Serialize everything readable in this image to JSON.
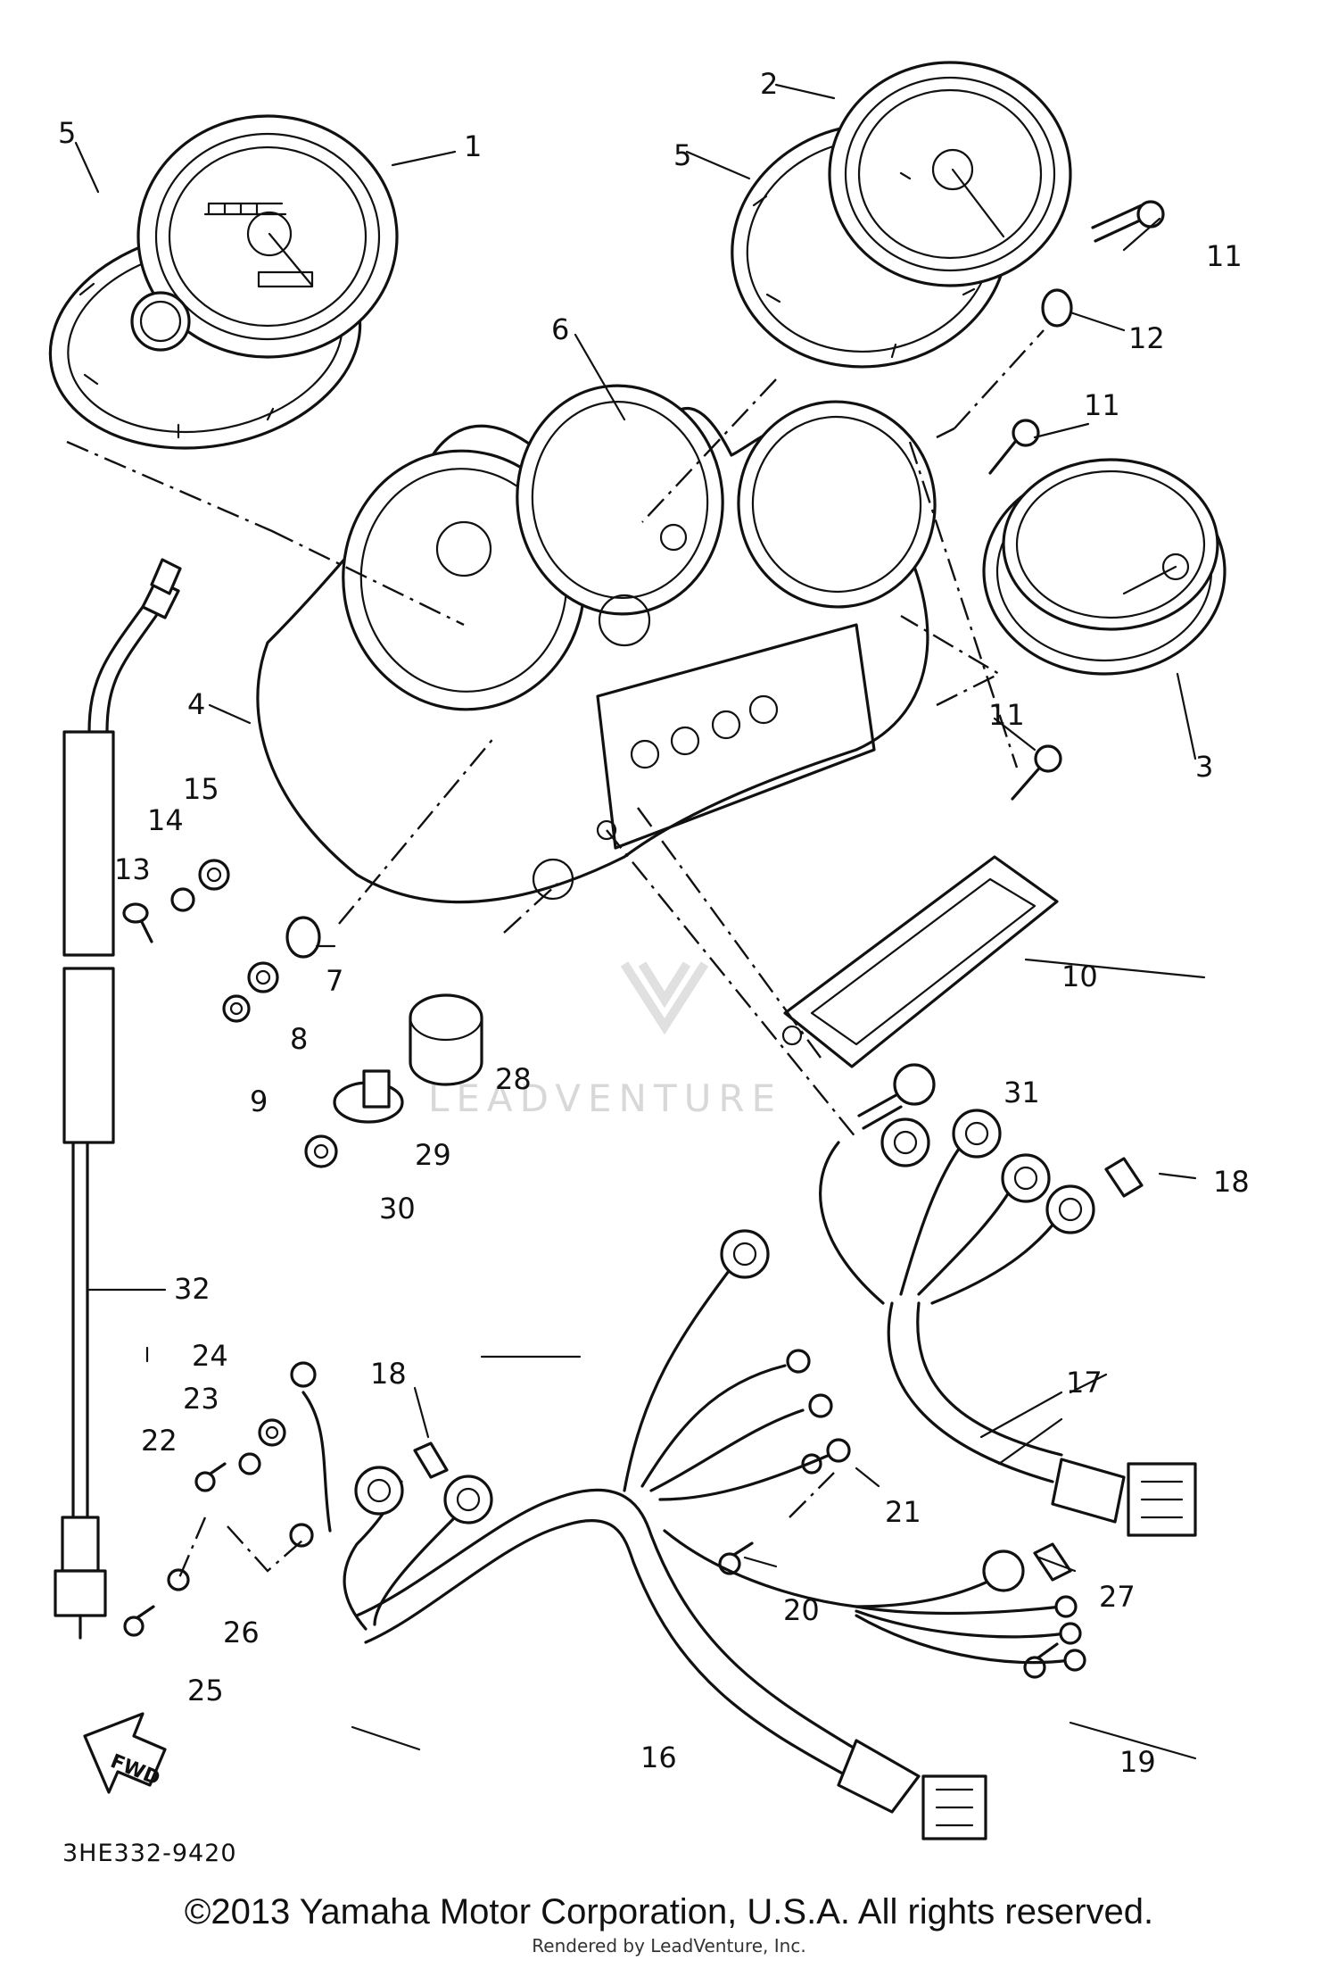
{
  "parts": [
    {
      "num": "1"
    },
    {
      "num": "2"
    },
    {
      "num": "3"
    },
    {
      "num": "4"
    },
    {
      "num": "5"
    },
    {
      "num": "5"
    },
    {
      "num": "6"
    },
    {
      "num": "7"
    },
    {
      "num": "8"
    },
    {
      "num": "9"
    },
    {
      "num": "10"
    },
    {
      "num": "11"
    },
    {
      "num": "11"
    },
    {
      "num": "11"
    },
    {
      "num": "12"
    },
    {
      "num": "13"
    },
    {
      "num": "14"
    },
    {
      "num": "15"
    },
    {
      "num": "16"
    },
    {
      "num": "17"
    },
    {
      "num": "18"
    },
    {
      "num": "18"
    },
    {
      "num": "19"
    },
    {
      "num": "20"
    },
    {
      "num": "21"
    },
    {
      "num": "22"
    },
    {
      "num": "23"
    },
    {
      "num": "24"
    },
    {
      "num": "25"
    },
    {
      "num": "26"
    },
    {
      "num": "27"
    },
    {
      "num": "28"
    },
    {
      "num": "29"
    },
    {
      "num": "30"
    },
    {
      "num": "31"
    },
    {
      "num": "32"
    }
  ],
  "direction_label": "FWD",
  "diagram_code": "3HE332-9420",
  "watermark": "LEADVENTURE",
  "copyright": "©2013 Yamaha Motor Corporation, U.S.A. All rights reserved.",
  "rendered_by": "Rendered by LeadVenture, Inc."
}
